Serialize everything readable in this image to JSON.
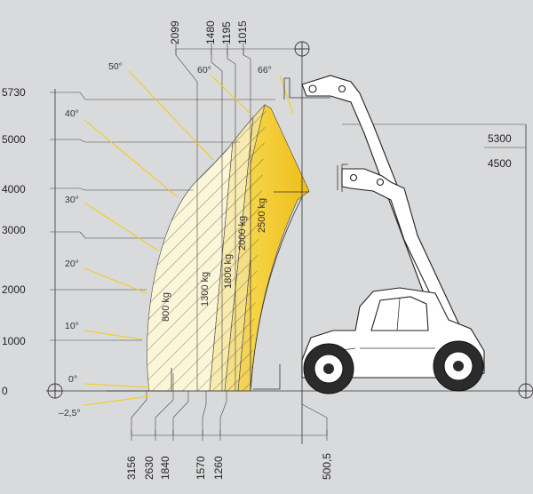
{
  "diagram": {
    "height_labels": [
      "5730",
      "5000",
      "4000",
      "3000",
      "2000",
      "1000",
      "0"
    ],
    "right_height_labels": [
      "5300",
      "4500"
    ],
    "top_reach_labels": [
      "2099",
      "1480",
      "1195",
      "1015"
    ],
    "bottom_reach_labels": [
      "3156",
      "2630",
      "1840",
      "1570",
      "1260",
      "500,5"
    ],
    "angle_labels": [
      "66°",
      "60°",
      "50°",
      "40°",
      "30°",
      "20°",
      "10°",
      "0°",
      "–2,5°"
    ],
    "load_zones": [
      "800 kg",
      "1300 kg",
      "1800 kg",
      "2000 kg",
      "2500 kg"
    ],
    "colors": {
      "background": "#d9dadb",
      "zone_800": "#fbf6d8",
      "zone_1300": "#f8ebb0",
      "zone_1800": "#f5df84",
      "zone_2000": "#f2d258",
      "zone_2500": "#efc224",
      "angle_rays": "#f2cc1b"
    },
    "icons": [
      "crosshair-icon",
      "telehandler-icon"
    ]
  }
}
